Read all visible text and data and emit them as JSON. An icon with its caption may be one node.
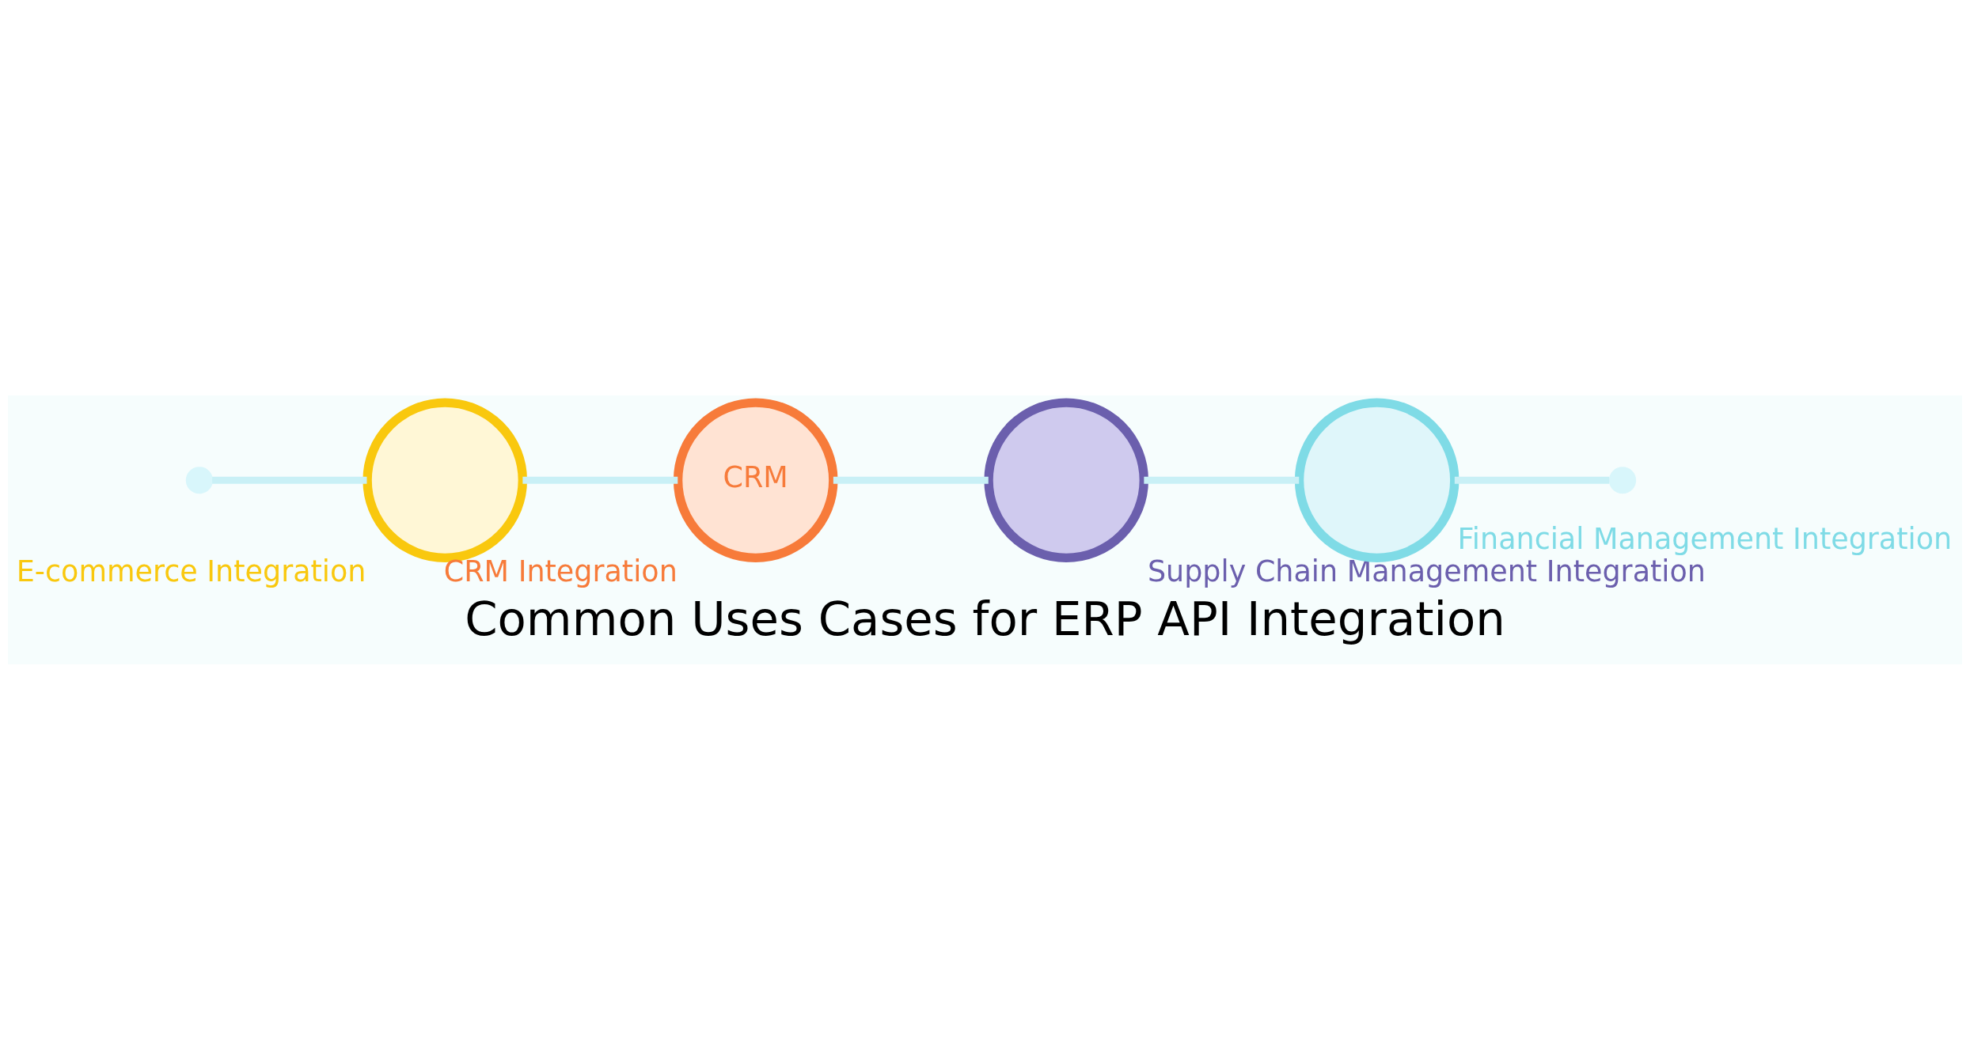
{
  "diagram": {
    "caption": "Common Uses Cases for ERP API Integration",
    "nodes": [
      {
        "text": [],
        "shape": "circle"
      },
      {
        "text": [],
        "shape": "circle",
        "beside": [
          "E-commerce Integration"
        ]
      },
      {
        "text": [
          "CRM"
        ],
        "beside": [
          "CRM Integration"
        ]
      },
      {
        "text": [],
        "shape": "circle",
        "beside": [
          "Supply Chain Management Integration"
        ]
      },
      {
        "text": [],
        "shape": "circle",
        "beside": [
          "Financial Management Integration"
        ]
      },
      {
        "text": [],
        "shape": "circle"
      }
    ],
    "edges": [
      {
        "from": 0,
        "to": 1,
        "arrow": "none"
      },
      {
        "from": 1,
        "to": 2,
        "arrow": "none"
      },
      {
        "from": 2,
        "to": 3,
        "arrow": "none"
      },
      {
        "from": 3,
        "to": 4,
        "arrow": "none"
      },
      {
        "from": 4,
        "to": 5,
        "arrow": "none"
      }
    ]
  }
}
